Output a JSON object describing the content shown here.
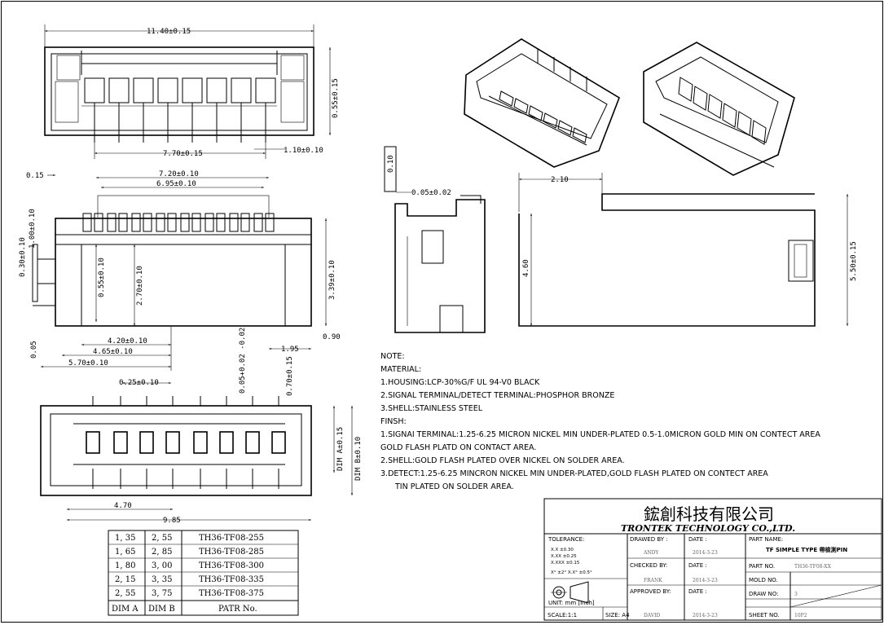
{
  "top_view": {
    "dims": {
      "overall_width": "11.40±0.15",
      "right_height": "0.55±0.15",
      "pitch_span": "7.70±0.15",
      "right_offset": "1.10±0.10"
    }
  },
  "front_view": {
    "dims": {
      "left_edge": "0.15",
      "pin_span": "7.20±0.10",
      "inner_span": "6.95±0.10",
      "left_h1": "0.30±0.10",
      "left_h2": "1.00±0.10",
      "inner_h": "0.55±0.10",
      "center_h": "2.70±0.10",
      "right_h": "3.39±0.10",
      "d420": "4.20±0.10",
      "d465": "4.65±0.10",
      "d570": "5.70±0.10",
      "d195": "1.95",
      "d090": "0.90",
      "d005": "0.05"
    }
  },
  "bottom_view": {
    "dims": {
      "d025": "0.25±0.10",
      "tol005": "0.05+0.02 -0.02",
      "d070": "0.70±0.15",
      "dim_a": "DIM A±0.15",
      "dim_b": "DIM B±0.10",
      "d470": "4.70",
      "d985": "9.85"
    }
  },
  "side_view": {
    "dims": {
      "top_tag": "0.10",
      "d005": "0.05±0.02",
      "height": "4.60",
      "d210": "2.10",
      "d550": "5.50±0.15"
    }
  },
  "notes": [
    "NOTE:",
    "MATERIAL:",
    "1.HOUSING:LCP-30%G/F UL 94-V0 BLACK",
    "2.SIGNAL TERMINAL/DETECT TERMINAL:PHOSPHOR BRONZE",
    "3.SHELL:STAINLESS STEEL",
    "FINSH:",
    "1.SIGNAI TERMINAL:1.25-6.25 MICRON NICKEL MIN UNDER-PLATED 0.5-1.0MICRON GOLD MIN ON CONTECT AREA",
    "GOLD FLASH PLATD ON CONTACT AREA.",
    "2.SHELL:GOLD FLASH PLATED OVER NICKEL ON SOLDER AREA.",
    "3.DETECT:1.25-6.25 MINCRON NICKEL MIN UNDER-PLATED,GOLD FLASH PLATED ON CONTECT AREA",
    "TIN PLATED ON SOLDER AREA."
  ],
  "dim_table": {
    "rows": [
      [
        "1, 35",
        "2, 55",
        "TH36-TF08-255"
      ],
      [
        "1, 65",
        "2, 85",
        "TH36-TF08-285"
      ],
      [
        "1, 80",
        "3, 00",
        "TH36-TF08-300"
      ],
      [
        "2, 15",
        "3, 35",
        "TH36-TF08-335"
      ],
      [
        "2, 55",
        "3, 75",
        "TH36-TF08-375"
      ]
    ],
    "header": [
      "DIM A",
      "DIM B",
      "PATR No."
    ]
  },
  "title_block": {
    "company_cn": "鋐創科技有限公司",
    "company_en": "TRONTEK TECHNOLOGY CO.,LTD.",
    "tolerance_label": "TOLERANCE:",
    "tol_x": "X.X ±0.30",
    "tol_xx": "X.XX ±0.25",
    "tol_xxx": "X.XXX ±0.15",
    "tol_ang": "X° ±2°  X.X° ±0.5°",
    "unit": "UNIT: mm [Inch]",
    "scale": "SCALE:1:1",
    "size": "SIZE: A4",
    "drawed_by_label": "DRAWED BY :",
    "drawed_by": "ANDY",
    "checked_by_label": "CHECKED BY:",
    "checked_by": "FRANK",
    "approved_by_label": "APPROVED BY:",
    "approved_by": "DAVID",
    "date_label": "DATE :",
    "date1": "2014-3-23",
    "date2": "2014-3-23",
    "date3": "2014-3-23",
    "part_name_label": "PART NAME:",
    "part_name": "TF SIMPLE TYPE 帶檢測PIN",
    "part_no_label": "PART NO.",
    "part_no": "TH36-TF08-XX",
    "mold_no_label": "MOLD NO.",
    "mold_no": "",
    "draw_no_label": "DRAW NO:",
    "draw_no": "3",
    "sheet_no_label": "SHEET NO.",
    "sheet_no": "10P2"
  }
}
